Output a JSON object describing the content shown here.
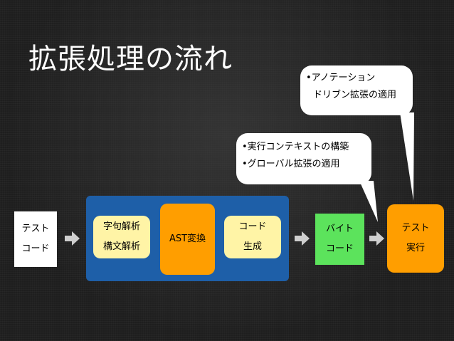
{
  "title": "拡張処理の流れ",
  "nodes": {
    "test_code": {
      "line1": "テスト",
      "line2": "コード",
      "color": "#ffffff"
    },
    "parse": {
      "line1": "字句解析",
      "line2": "構文解析",
      "color": "#fff4a6"
    },
    "ast": {
      "line1": "AST変換",
      "color": "#ff9e00"
    },
    "codegen": {
      "line1": "コード",
      "line2": "生成",
      "color": "#fff4a6"
    },
    "bytecode": {
      "line1": "バイト",
      "line2": "コード",
      "color": "#5ce35c"
    },
    "exec": {
      "line1": "テスト",
      "line2": "実行",
      "color": "#ff9e00"
    }
  },
  "panel_color": "#1e5fa8",
  "callouts": {
    "annotation": {
      "line1": "•アノテーション",
      "line2": "ドリブン拡張の適用"
    },
    "context": {
      "line1": "•実行コンテキストの構築",
      "line2": "•グローバル拡張の適用"
    }
  },
  "icons": {
    "arrow": "right-arrow-icon"
  }
}
